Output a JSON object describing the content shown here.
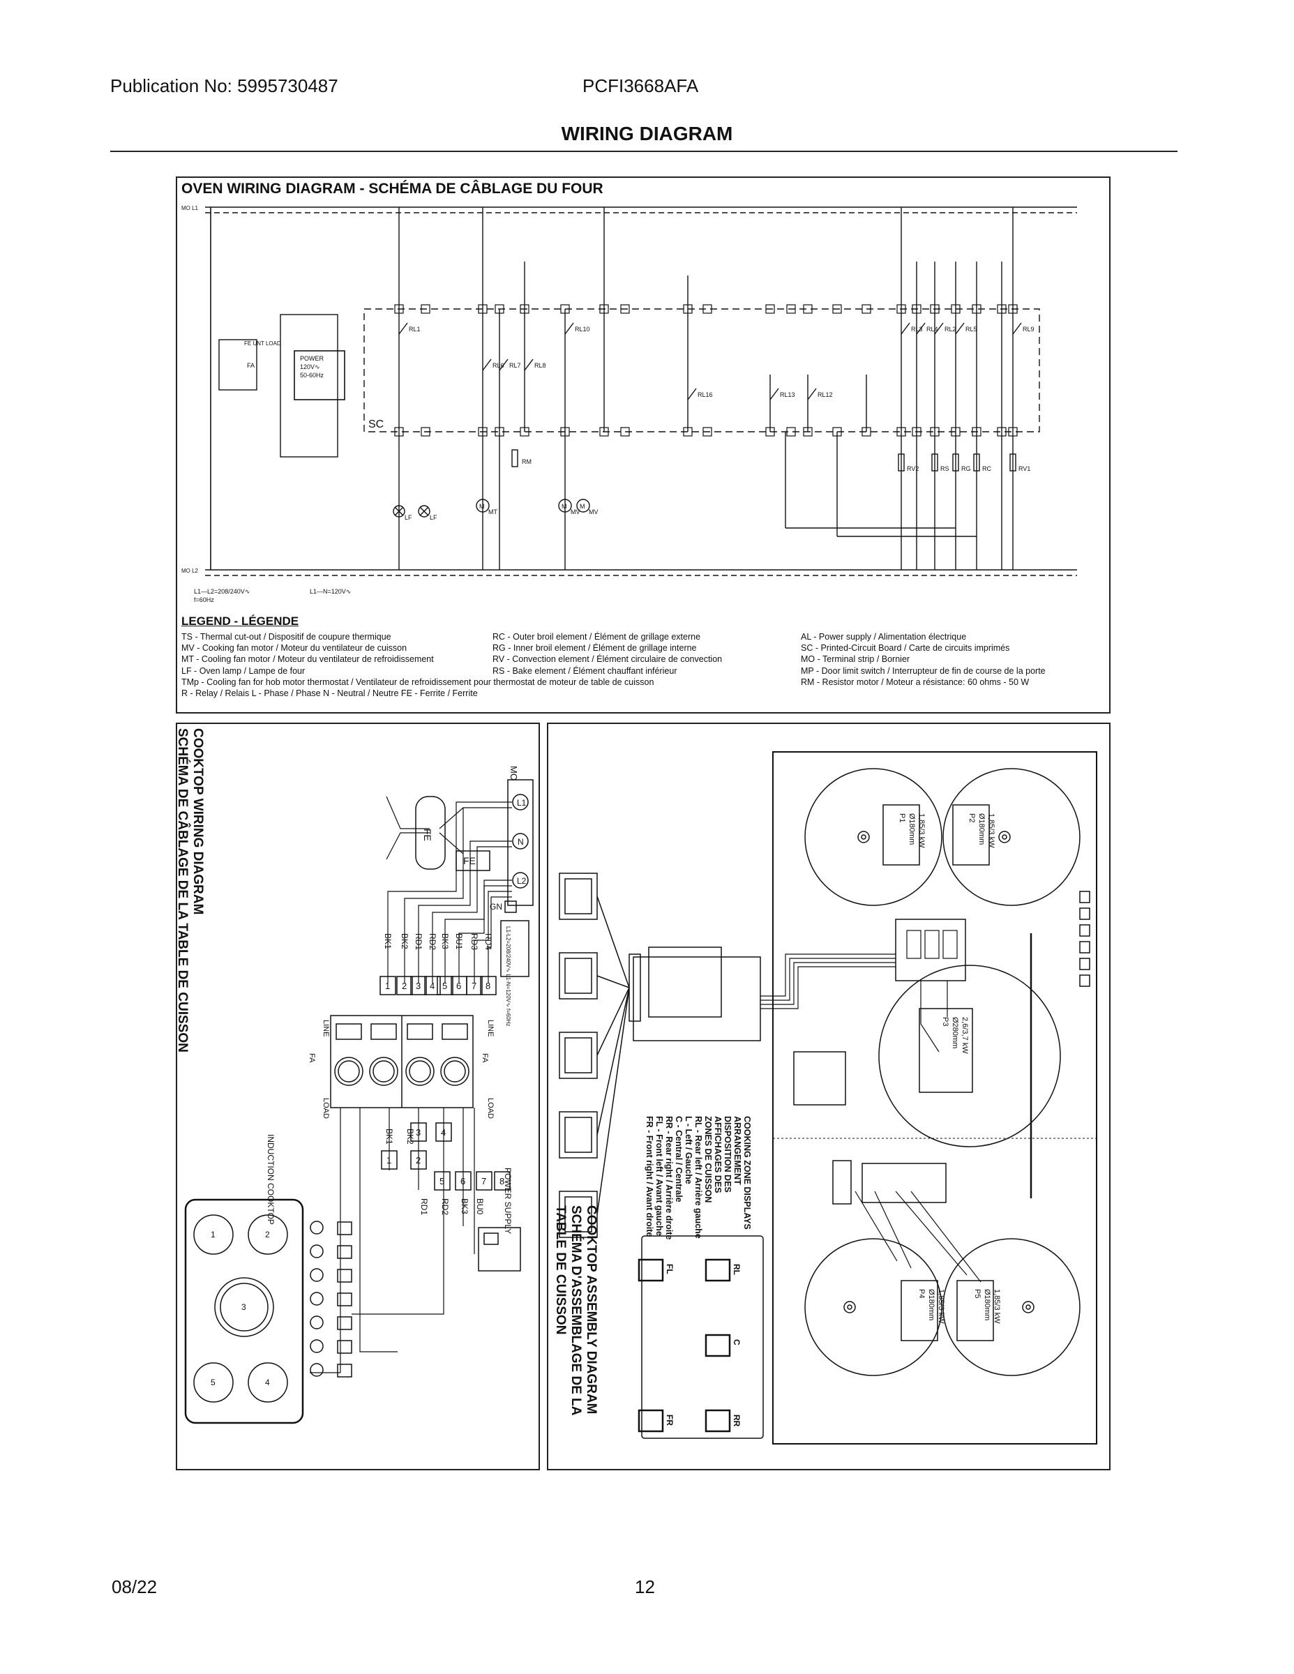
{
  "header": {
    "publication": "Publication No: 5995730487",
    "model": "PCFI3668AFA",
    "title": "WIRING DIAGRAM"
  },
  "oven": {
    "title": "OVEN WIRING DIAGRAM  -  SCHÉMA DE CÂBLAGE DU FOUR",
    "supply_note_1": "L1—L2=208/240V∿",
    "supply_note_2": "L1—N=120V∿",
    "supply_note_3": "f=60Hz",
    "board_label": "SC",
    "power_block": [
      "POWER",
      "120V∿",
      "50-60Hz"
    ],
    "relays": [
      "RL1",
      "RL6",
      "RL7",
      "RL8",
      "RL10",
      "RL16",
      "RL13",
      "RL12",
      "RL3",
      "RL4",
      "RL2",
      "RL5",
      "RL9"
    ],
    "loads": [
      "LF",
      "LF",
      "MT",
      "MV",
      "MV",
      "RM",
      "RV2",
      "RS",
      "RG",
      "RC",
      "RV1"
    ],
    "legend_title": "LEGEND - LÉGENDE",
    "legend_col1": [
      "TS - Thermal cut-out / Dispositif de coupure thermique",
      "MV - Cooking fan motor / Moteur du ventilateur de cuisson",
      "MT - Cooling fan motor / Moteur du ventilateur de refroidissement",
      "LF - Oven lamp / Lampe de four",
      "TMp - Cooling fan for hob motor thermostat / Ventilateur de refroidissement pour thermostat de moteur de table de cuisson",
      "R - Relay / Relais  L - Phase / Phase  N - Neutral / Neutre  FE - Ferrite / Ferrite"
    ],
    "legend_col2": [
      "RC - Outer broil element / Élément de grillage externe",
      "RG - Inner broil element / Élément de grillage interne",
      "RV - Convection element / Élément circulaire de convection",
      "RS - Bake element / Élément chauffant inférieur"
    ],
    "legend_col3": [
      "AL - Power supply / Alimentation électrique",
      "SC - Printed-Circuit Board / Carte de circuits imprimés",
      "MO - Terminal strip / Bornier",
      "MP - Door limit switch / Interrupteur de fin de course de la porte",
      "RM - Resistor motor / Moteur a résistance:  60 ohms - 50 W"
    ]
  },
  "cooktop": {
    "title_line1": "COOKTOP WIRING DIAGRAM",
    "title_line2": "SCHÉMA DE CÂBLAGE DE LA TABLE DE CUISSON",
    "terminal_label": "MO",
    "ferrite": "FE",
    "ground": "GN",
    "wires": [
      "BK1",
      "BK2",
      "RD1",
      "RD2",
      "BK3",
      "BU1",
      "RD3",
      "RD4"
    ],
    "numbers": [
      "1",
      "2",
      "3",
      "4",
      "5",
      "6",
      "7",
      "8"
    ],
    "line_label": "LINE",
    "load_label": "LOAD",
    "fa_label": "FA",
    "power_supply": "POWER SUPPLY",
    "induction": "INDUCTION COOKTOP",
    "supply_note": "L1-L2=208/240V∿ L1-N=120V∿ f=60Hz",
    "burners": [
      "1",
      "2",
      "3",
      "4",
      "5"
    ]
  },
  "assembly": {
    "title_line1": "COOKTOP ASSEMBLY DIAGRAM",
    "title_line2": "SCHÉMA D'ASSEMBLAGE DE LA",
    "title_line3": "TABLE DE CUISSON",
    "zone_title": [
      "COOKING ZONE DISPLAYS",
      "ARRANGEMENT",
      "DISPOSITION DES",
      "AFFICHAGES DES",
      "ZONES DE CUISSON"
    ],
    "zone_legend": [
      "RL - Rear left / Arrière gauche",
      "L - Left / Gauche",
      "C - Central / Centrale",
      "RR - Rear right / Arrière droite",
      "FL - Front left / Avant gauche",
      "FR - Front right / Avant droite"
    ],
    "display_labels": [
      "RL",
      "FL",
      "C",
      "RR",
      "FR"
    ],
    "zones": [
      {
        "id": "P1",
        "size": "Ø180mm",
        "power": "1,85/3 kW"
      },
      {
        "id": "P2",
        "size": "Ø180mm",
        "power": "1,85/3 kW"
      },
      {
        "id": "P3",
        "size": "Ø280mm",
        "power": "2,6/3,7 kW"
      },
      {
        "id": "P4",
        "size": "Ø180mm",
        "power": "1,85/3 kW"
      },
      {
        "id": "P5",
        "size": "Ø180mm",
        "power": "1,85/3 kW"
      }
    ]
  },
  "footer": {
    "date": "08/22",
    "page": "12"
  }
}
